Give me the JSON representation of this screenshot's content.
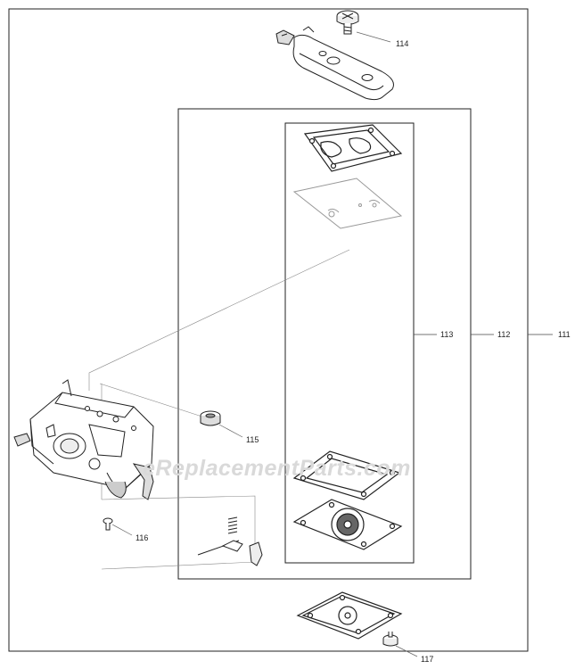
{
  "labels": {
    "p111": "111",
    "p112": "112",
    "p113": "113",
    "p114": "114",
    "p115": "115",
    "p116": "116",
    "p117": "117"
  },
  "watermark": "eReplacementParts.com",
  "colors": {
    "line": "#1a1a1a",
    "leader": "#888888",
    "watermark": "#d9d9d9"
  }
}
